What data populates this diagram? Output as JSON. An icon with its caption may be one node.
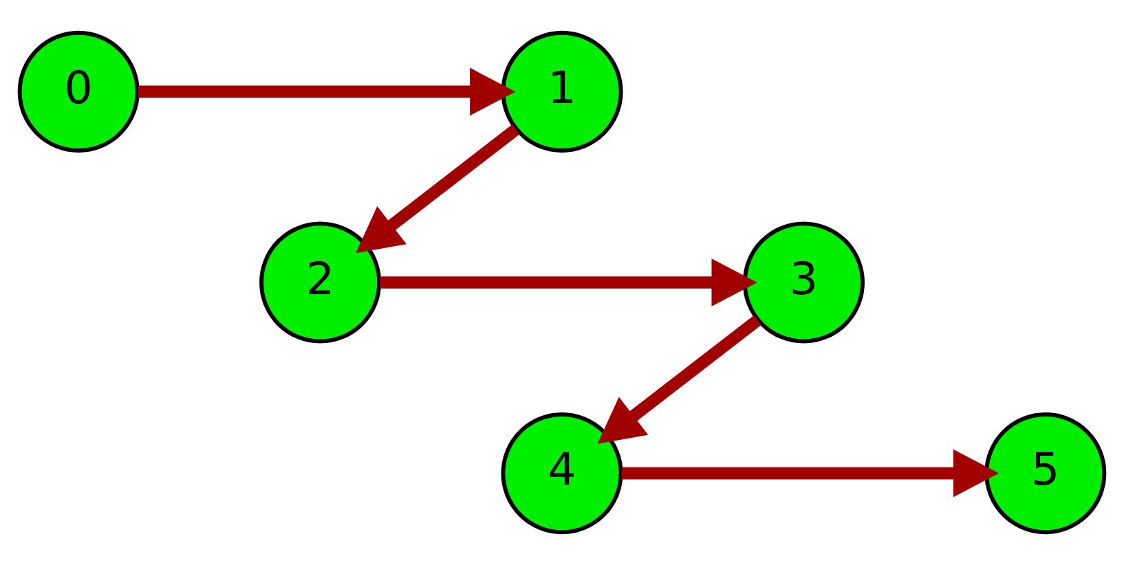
{
  "diagram": {
    "nodes": [
      {
        "text": [
          "0"
        ]
      },
      {
        "text": [
          "1"
        ]
      },
      {
        "text": [
          "2"
        ]
      },
      {
        "text": [
          "3"
        ]
      },
      {
        "text": [
          "4"
        ]
      },
      {
        "text": [
          "5"
        ]
      }
    ],
    "edges": [
      {
        "from": 0,
        "to": 1,
        "arrow": "to"
      },
      {
        "from": 1,
        "to": 2,
        "arrow": "to"
      },
      {
        "from": 2,
        "to": 3,
        "arrow": "to"
      },
      {
        "from": 3,
        "to": 4,
        "arrow": "to"
      },
      {
        "from": 4,
        "to": 5,
        "arrow": "to"
      }
    ]
  }
}
